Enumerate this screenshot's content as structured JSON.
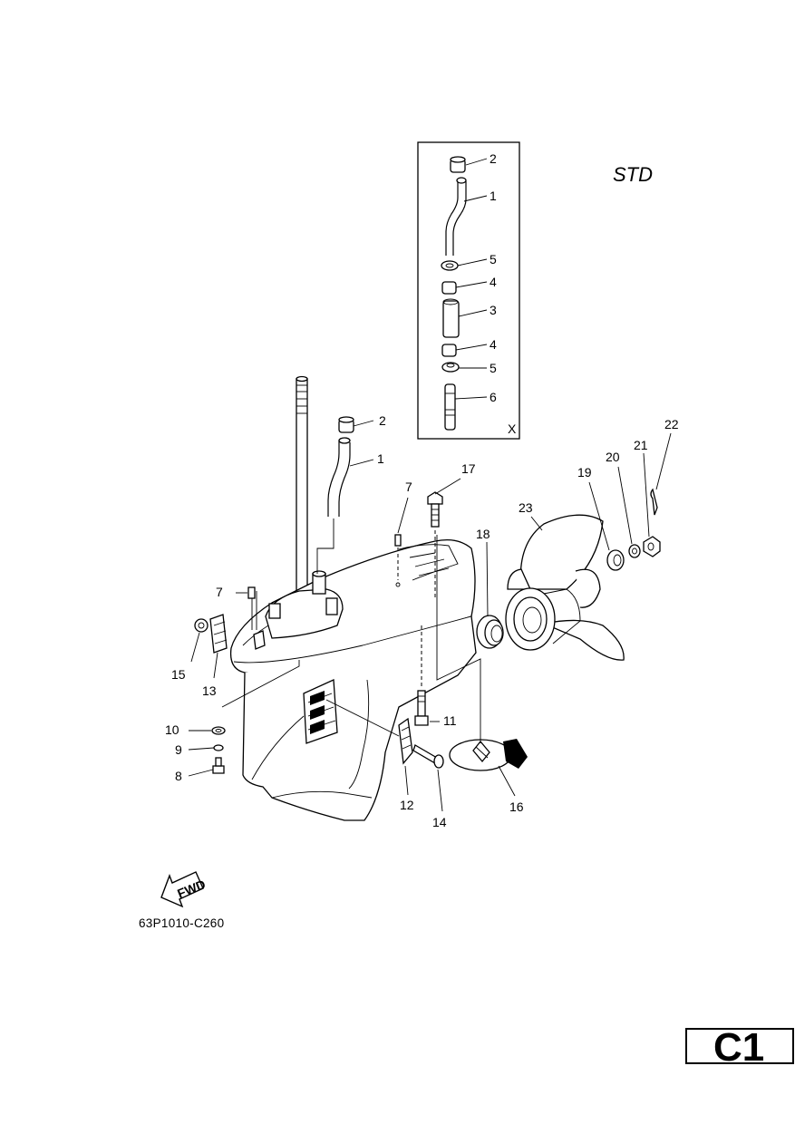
{
  "header": {
    "variant": "STD"
  },
  "inset": {
    "marker": "X"
  },
  "callouts": {
    "c1": "1",
    "c2": "2",
    "c3": "3",
    "c4": "4",
    "c5": "5",
    "c6": "6",
    "c7": "7",
    "c8": "8",
    "c9": "9",
    "c10": "10",
    "c11": "11",
    "c12": "12",
    "c13": "13",
    "c14": "14",
    "c15": "15",
    "c16": "16",
    "c17": "17",
    "c18": "18",
    "c19": "19",
    "c20": "20",
    "c21": "21",
    "c22": "22",
    "c23": "23"
  },
  "fwd_label": "FWD",
  "drawing_code": "63P1010-C260",
  "section_code": "C1"
}
